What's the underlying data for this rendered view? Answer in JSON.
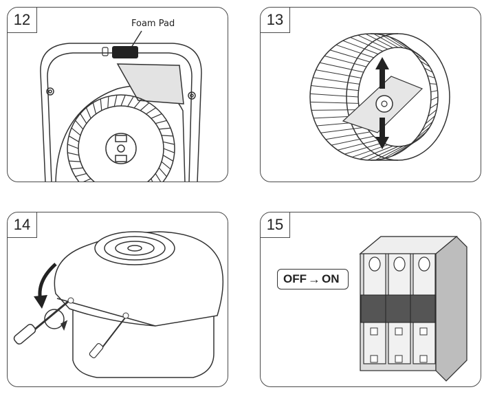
{
  "panels": [
    {
      "number": "12",
      "callout": "Foam Pad"
    },
    {
      "number": "13"
    },
    {
      "number": "14"
    },
    {
      "number": "15",
      "switch_from": "OFF",
      "switch_arrow": "→",
      "switch_to": "ON"
    }
  ],
  "colors": {
    "stroke": "#333333",
    "shade": "#d9d9d9",
    "dark": "#222222"
  },
  "icons": [
    "foam-pad-icon",
    "blower-wheel-icon",
    "up-arrow-icon",
    "down-arrow-icon",
    "screwdriver-icon",
    "rotate-arrow-icon",
    "circuit-breaker-icon"
  ]
}
